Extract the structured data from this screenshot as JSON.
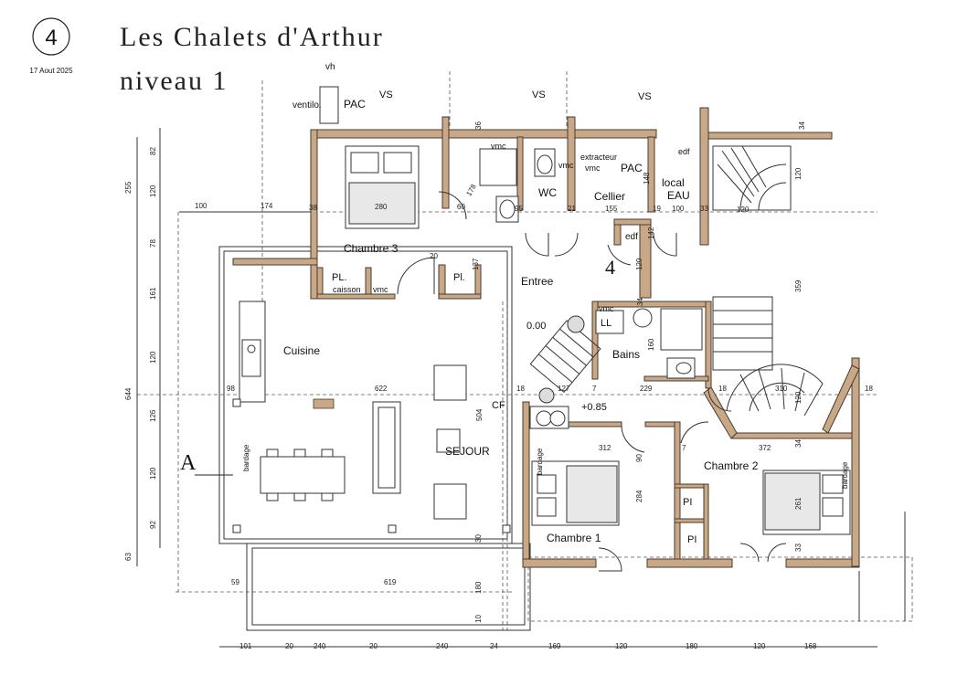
{
  "header": {
    "badge": "4",
    "date": "17 Aout 2025",
    "title": "Les Chalets d'Arthur",
    "subtitle": "niveau 1"
  },
  "rooms": {
    "chambre3": "Chambre 3",
    "cuisine": "Cuisine",
    "sejour": "SEJOUR",
    "entree": "Entree",
    "bains": "Bains",
    "chambre1": "Chambre 1",
    "chambre2": "Chambre 2",
    "wc": "WC",
    "cellier": "Cellier",
    "local_eau_1": "local",
    "local_eau_2": "EAU"
  },
  "labels": {
    "vh": "vh",
    "ventilo": "ventilo.",
    "pac_top": "PAC",
    "vs1": "VS",
    "vs2": "VS",
    "vs3": "VS",
    "vmc_wc": "vmc",
    "vmc_cellier": "vmc",
    "extracteur": "extracteur",
    "vmc_pac": "vmc",
    "pac_cellier": "PAC",
    "edf_top": "edf",
    "edf_mid": "edf",
    "pl_dot": "PL.",
    "caisson": "caisson",
    "vmc_caisson": "vmc",
    "pl_mid": "Pl.",
    "vmc_bains": "vmc",
    "ll": "LL",
    "level_000": "0.00",
    "level_085": "+0.85",
    "cf": "CF",
    "pi1": "PI",
    "pi2": "PI",
    "bardage_left": "bardage",
    "bardage_ch1": "bardage",
    "bardage_right": "bardage",
    "section_a": "A",
    "stair_4": "4"
  },
  "dims_top": [
    "100",
    "174",
    "38",
    "280",
    "60",
    "95",
    "21",
    "155",
    "19",
    "100",
    "33",
    "120",
    "34",
    "36",
    "20"
  ],
  "dims_inner": [
    "622",
    "504",
    "18",
    "127",
    "7",
    "229",
    "18",
    "310",
    "18",
    "312",
    "7",
    "372",
    "34",
    "284",
    "90",
    "160",
    "120",
    "137",
    "178",
    "148",
    "142",
    "34",
    "120",
    "359",
    "261",
    "33",
    "30",
    "120",
    "180",
    "10"
  ],
  "dims_left": [
    "82",
    "255",
    "120",
    "78",
    "161",
    "120",
    "644",
    "126",
    "120",
    "92",
    "63",
    "98",
    "59",
    "619"
  ],
  "dims_bottom": [
    "101",
    "20",
    "240",
    "20",
    "240",
    "24",
    "169",
    "120",
    "180",
    "120",
    "168"
  ]
}
